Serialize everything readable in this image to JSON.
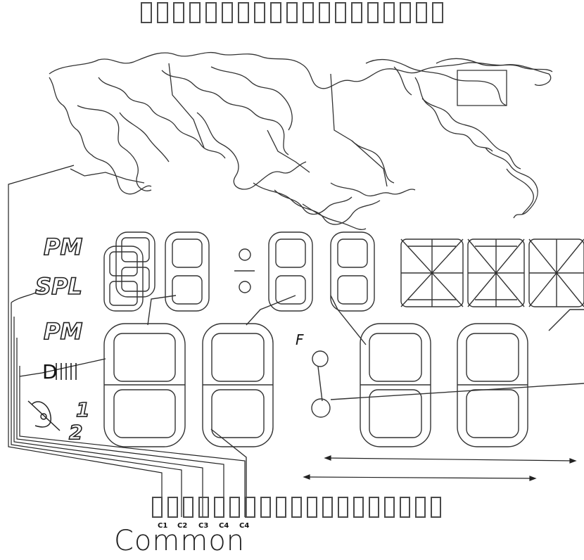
{
  "labels": {
    "pm_top": "PM",
    "spl": "SPL",
    "pm_mid": "PM",
    "d_marks": "D",
    "one": "1",
    "two": "2",
    "f_mark": "F",
    "pins": [
      "C1",
      "C2",
      "C3",
      "C4",
      "C4"
    ],
    "common": "Common"
  },
  "icons": [
    "world-map-icon",
    "bell-icon",
    "alarm-icon"
  ]
}
